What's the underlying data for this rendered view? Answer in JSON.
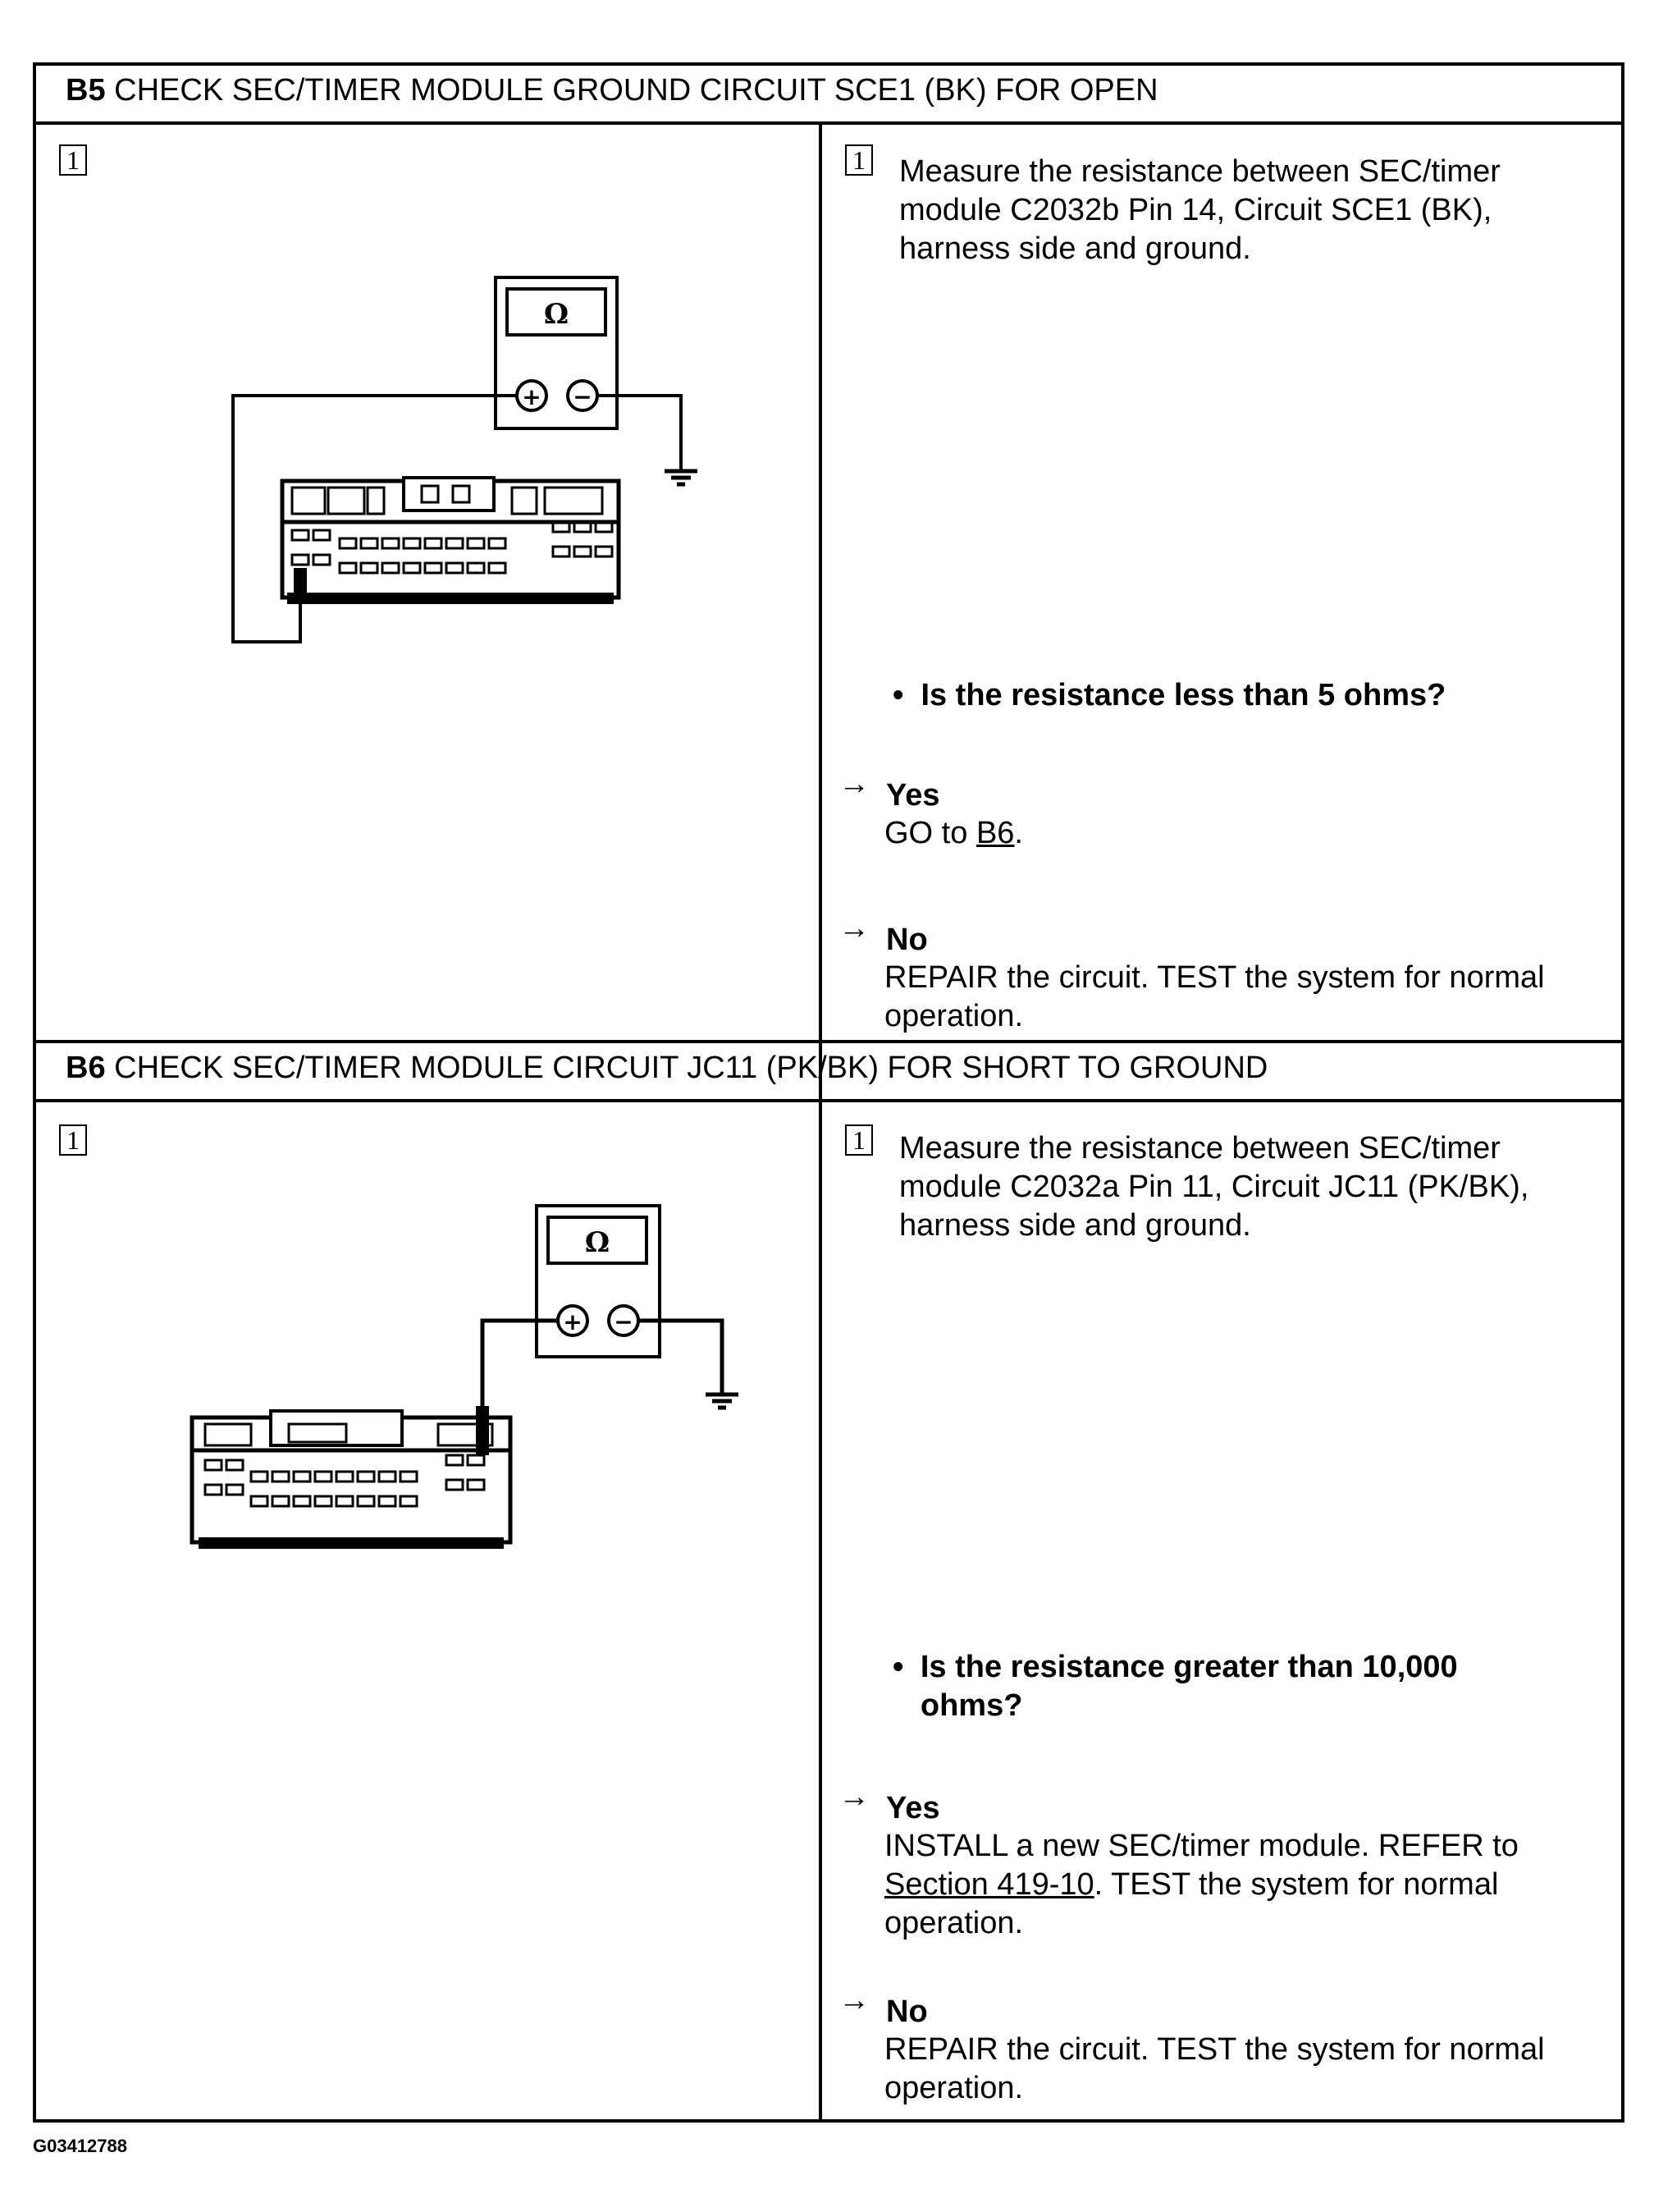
{
  "sections": [
    {
      "id": "B5",
      "title": "CHECK SEC/TIMER MODULE GROUND CIRCUIT SCE1 (BK) FOR OPEN",
      "step_number": "1",
      "instruction": "Measure the resistance between SEC/timer module C2032b Pin 14, Circuit SCE1 (BK), harness side and ground.",
      "question": "Is the resistance less than 5 ohms?",
      "yes_label": "Yes",
      "yes_text": "GO to",
      "yes_link": "B6",
      "yes_after": ".",
      "no_label": "No",
      "no_text": "REPAIR the circuit. TEST the system for normal operation."
    },
    {
      "id": "B6",
      "title": "CHECK SEC/TIMER MODULE CIRCUIT JC11 (PK/BK) FOR SHORT TO GROUND",
      "step_number": "1",
      "instruction": "Measure the resistance between SEC/timer module C2032a Pin 11, Circuit JC11 (PK/BK), harness side and ground.",
      "question": "Is the resistance greater than 10,000 ohms?",
      "yes_label": "Yes",
      "yes_text": "INSTALL a new SEC/timer module. REFER to",
      "yes_link": "Section 419-10",
      "yes_after": ". TEST the system for normal operation.",
      "no_label": "No",
      "no_text": "REPAIR the circuit. TEST the system for normal operation."
    }
  ],
  "meter_symbol": "Ω",
  "plus_symbol": "+",
  "minus_symbol": "−",
  "arrow_symbol": "→",
  "bullet": "•",
  "figure_id": "G03412788"
}
